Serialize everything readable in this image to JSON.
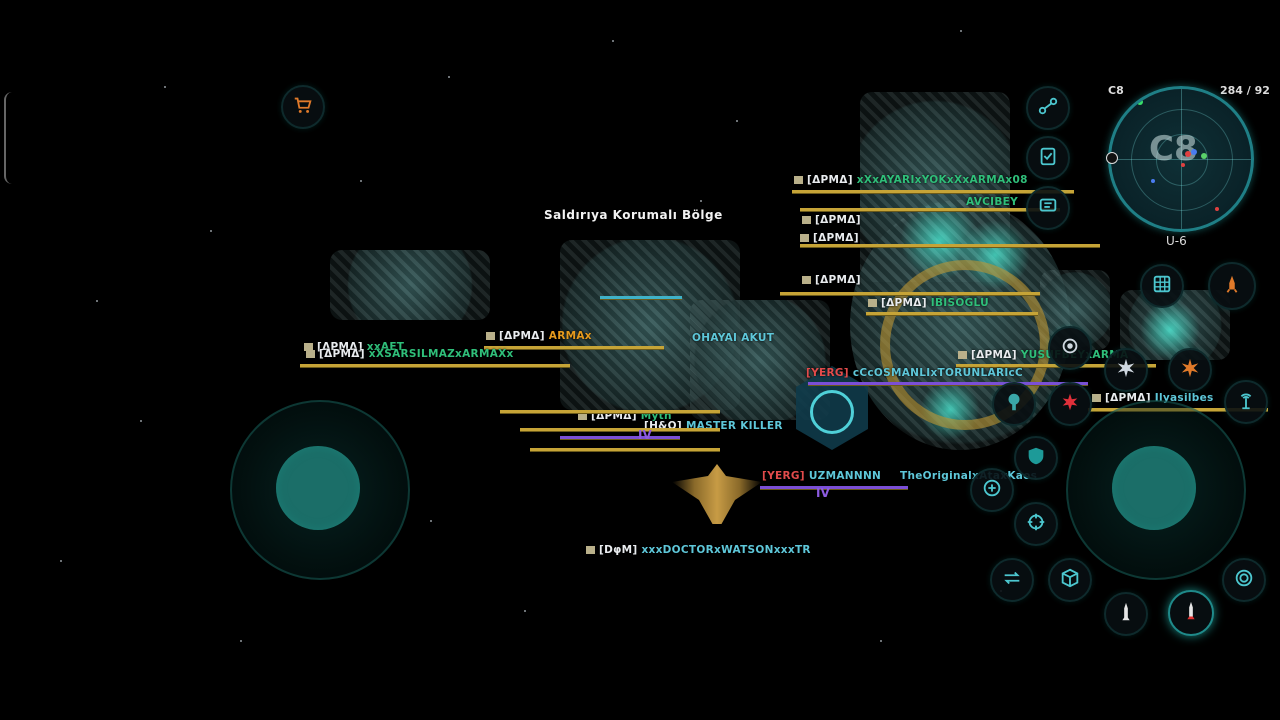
{
  "zone_label": "Saldırıya Korumalı Bölge",
  "minimap": {
    "sector_corner": "C8",
    "sector_big": "C8",
    "coords": "284 / 92",
    "sub_label": "U-6"
  },
  "players": [
    {
      "clan": "[ΔΡΜΔ]",
      "name": "xXxAYARIxYOKxXxARMAx08",
      "color": "green"
    },
    {
      "clan": "",
      "name": "AVCIBEY",
      "color": "green"
    },
    {
      "clan": "[ΔΡΜΔ]",
      "name": "",
      "color": "green"
    },
    {
      "clan": "[ΔΡΜΔ]",
      "name": "",
      "color": "green"
    },
    {
      "clan": "[ΔΡΜΔ]",
      "name": "ARMAx",
      "color": "orange"
    },
    {
      "clan": "[ΔΡΜΔ]",
      "name": "IBISOGLU",
      "color": "green"
    },
    {
      "clan": "[ΔΡΜΔ]",
      "name": "xxAET",
      "color": "green"
    },
    {
      "clan": "[ΔΡΜΔ]",
      "name": "xXSARSILMAZxARMAXx",
      "color": "green"
    },
    {
      "clan": "[ΔΡΜΔ]",
      "name": "YUSUFBEYxARMA",
      "color": "green"
    },
    {
      "clan": "[ΔΡΜΔ]",
      "name": "Ilyasilbes",
      "color": "cyan"
    },
    {
      "clan": "[ΔΡΜΔ]",
      "name": "Myth",
      "color": "green"
    },
    {
      "clan": "[H&O]",
      "name": "MASTER KILLER",
      "color": "cyan"
    },
    {
      "clan": "[YERG]",
      "name": "cCcOSMANLIxTORUNLARIcC",
      "color": "cyan"
    },
    {
      "clan": "[YERG]",
      "name": "UZMANNNN",
      "color": "cyan"
    },
    {
      "clan": "",
      "name": "TheOriginalxAtaxKaos",
      "color": "cyan"
    },
    {
      "clan": "[DφM]",
      "name": "xxxDOCTORxWATSONxxxTR",
      "color": "cyan"
    },
    {
      "clan": "",
      "name": "OHAYAI",
      "color": "cyan"
    },
    {
      "clan": "",
      "name": "AKUT",
      "color": "cyan"
    },
    {
      "clan": "[ΔΡΜΔ]",
      "name": "",
      "color": "green"
    }
  ],
  "rank_marks": [
    "IV",
    "IV"
  ],
  "icons": {
    "shop": "shopping-cart-icon",
    "top_right": [
      "swap-route-icon",
      "checklist-icon",
      "chat-icon"
    ],
    "side": [
      "grid-menu-icon",
      "rocket-gear-icon",
      "target-lock-icon",
      "explosion-icon",
      "burst-icon",
      "red-burst-icon",
      "antenna-icon",
      "shield-icon",
      "repair-icon",
      "crosshair-icon",
      "swap-icon",
      "cargo-box-icon",
      "missile-icon",
      "missile-active-icon",
      "cloak-icon"
    ]
  },
  "colors": {
    "accent": "#1b6e68",
    "clan_bar": "#c6a437",
    "enemy_bar": "#7b4fd6",
    "name_green": "#2fbf7a",
    "name_cyan": "#5ec7d9"
  }
}
